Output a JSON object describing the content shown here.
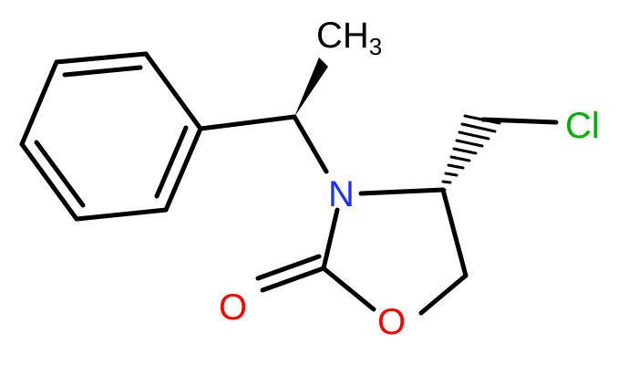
{
  "molecule": {
    "atoms": {
      "ch3_main": "CH",
      "ch3_sub": "3",
      "chlorine": "Cl",
      "nitrogen": "N",
      "carbonyl_oxygen": "O",
      "ring_oxygen": "O"
    },
    "colors": {
      "bond": "#000000",
      "carbon_hydrogen": "#000000",
      "chlorine": "#00b000",
      "nitrogen": "#1f30ff",
      "oxygen": "#ff0000"
    },
    "stereo_bonds": [
      {
        "from": "benzylic-carbon",
        "to": "methyl",
        "type": "wedge"
      },
      {
        "from": "ring-c4",
        "to": "chloromethyl-carbon",
        "type": "hash"
      }
    ]
  }
}
